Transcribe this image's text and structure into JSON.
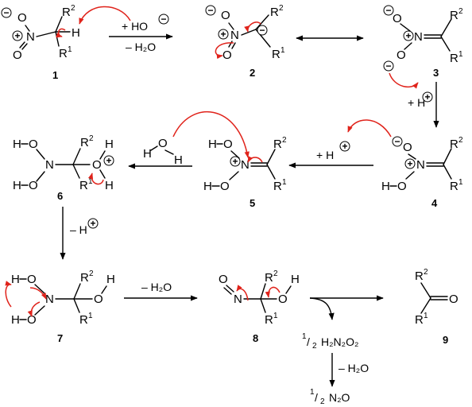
{
  "colors": {
    "curly_arrow": "#e0231b",
    "ink": "#000000",
    "background": "#ffffff"
  },
  "atoms": {
    "O": "O",
    "N": "N",
    "H": "H",
    "R": "R",
    "sup1": "1",
    "sup2": "2",
    "sub2": "2",
    "minus": "−",
    "plus": "+"
  },
  "compound_labels": [
    "1",
    "2",
    "3",
    "4",
    "5",
    "6",
    "7",
    "8",
    "9"
  ],
  "conditions": {
    "add_hydroxide": "+ HO",
    "minus_water": "– H₂O",
    "add_proton": "+ H",
    "minus_proton": "– H",
    "water_h": "H",
    "water_o": "O"
  },
  "byproducts": {
    "hyponitrous": {
      "half_num": "1",
      "half_den": "2",
      "formula": "H₂N₂O₂"
    },
    "nitrous_oxide": {
      "half_num": "1",
      "half_den": "2",
      "formula": "N₂O"
    }
  }
}
